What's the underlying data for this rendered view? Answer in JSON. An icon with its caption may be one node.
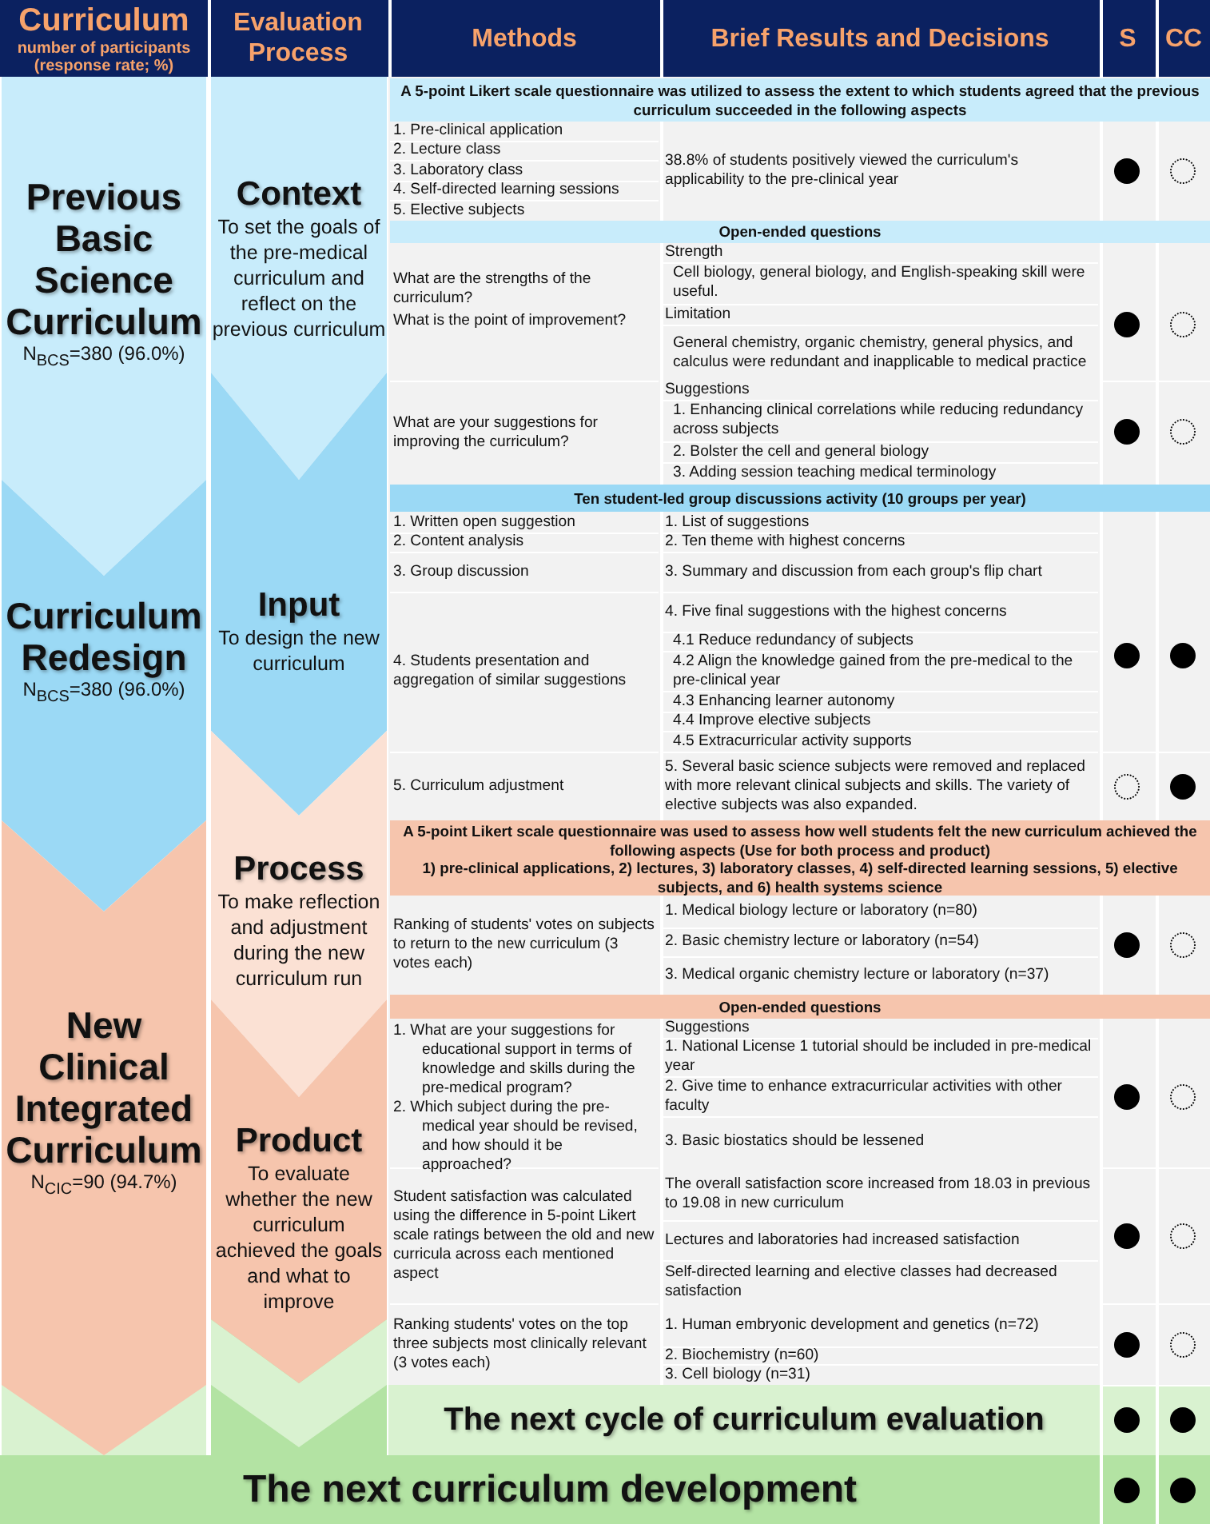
{
  "diagram": {
    "nodes": [
      {
        "text": [
          "Previous Basic Science Curriculum",
          "N$_{BCS}$=380 (96.0%)"
        ]
      },
      {
        "text": [
          "Curriculum Redesign",
          "N$_{BCS}$=380 (96.0%)"
        ]
      },
      {
        "text": [
          "New Clinical Integrated Curriculum",
          "N$_{CIC}$=90 (94.7%)"
        ]
      },
      {
        "text": [
          "Context",
          "To set the goals of the pre-medical curriculum and reflect on the previous curriculum"
        ]
      },
      {
        "text": [
          "Input",
          "To design the new curriculum"
        ]
      },
      {
        "text": [
          "Process",
          "To make reflection and adjustment during the new curriculum run"
        ]
      },
      {
        "text": [
          "Product",
          "To evaluate whether the new curriculum achieved the goals and what to improve"
        ]
      },
      {
        "text": [
          "The next cycle of curriculum evaluation"
        ]
      },
      {
        "text": [
          "The next curriculum development"
        ]
      },
      {
        "text": [],
        "shape": "dot"
      },
      {
        "text": [],
        "shape": "circle"
      },
      {
        "text": [],
        "shape": "dot"
      },
      {
        "text": [],
        "shape": "circle"
      },
      {
        "text": [],
        "shape": "dot"
      },
      {
        "text": [],
        "shape": "circle"
      },
      {
        "text": [],
        "shape": "dot"
      },
      {
        "text": [],
        "shape": "dot"
      },
      {
        "text": [],
        "shape": "circle"
      },
      {
        "text": [],
        "shape": "dot"
      },
      {
        "text": [],
        "shape": "dot"
      },
      {
        "text": [],
        "shape": "circle"
      },
      {
        "text": [],
        "shape": "dot"
      },
      {
        "text": [],
        "shape": "circle"
      },
      {
        "text": [],
        "shape": "dot"
      },
      {
        "text": [],
        "shape": "circle"
      },
      {
        "text": [],
        "shape": "dot"
      },
      {
        "text": [],
        "shape": "circle"
      },
      {
        "text": [],
        "shape": "dot"
      },
      {
        "text": [],
        "shape": "dot"
      },
      {
        "text": [],
        "shape": "dot"
      },
      {
        "text": [],
        "shape": "dot"
      }
    ],
    "labels": [
      "Curriculum",
      "number of participants (response rate; %)",
      "Evaluation Process",
      "Methods",
      "Brief Results and Decisions",
      "S",
      "CC",
      "A 5-point Likert scale questionnaire was utilized to assess the extent to which students agreed that the previous curriculum succeeded in the following aspects",
      "1. Pre-clinical application",
      "2. Lecture class",
      "3. Laboratory class",
      "4. Self-directed learning sessions",
      "5. Elective subjects",
      "38.8% of students positively viewed the curriculum's applicability to the pre-clinical year",
      "Open-ended questions",
      "What are the strengths of the curriculum?",
      "What is the point of improvement?",
      "Strength",
      "Cell biology, general biology, and English-speaking skill were useful.",
      "Limitation",
      "General chemistry, organic chemistry, general physics, and calculus were redundant and inapplicable to medical practice",
      "What are your suggestions for improving the curriculum?",
      "Suggestions",
      "1. Enhancing clinical correlations while reducing redundancy across subjects",
      "2. Bolster the cell and general biology",
      "3. Adding session teaching medical terminology",
      "Ten student-led group discussions activity (10 groups per year)",
      "1. Written open suggestion",
      "1. List of suggestions",
      "2. Content analysis",
      "2. Ten theme with highest concerns",
      "3. Group discussion",
      "3. Summary and discussion from each group's flip chart",
      "4. Students presentation and aggregation of similar suggestions",
      "4. Five final suggestions with the highest concerns",
      "4.1 Reduce redundancy of subjects",
      "4.2 Align the knowledge gained from the pre-medical to the pre-clinical year",
      "4.3 Enhancing learner autonomy",
      "4.4 Improve elective subjects",
      "4.5 Extracurricular activity supports",
      "5. Curriculum adjustment",
      "5. Several basic science subjects were removed and replaced with more relevant clinical subjects and skills. The variety of elective subjects was also expanded.",
      "A 5-point Likert scale questionnaire was used to assess how well students felt the new curriculum achieved the following aspects (Use for both process and product)",
      "1) pre-clinical applications, 2) lectures, 3) laboratory classes, 4) self-directed learning sessions, 5) elective subjects, and 6) health systems science",
      "Ranking of students' votes on subjects to return to the new curriculum (3 votes each)",
      "1. Medical biology lecture or laboratory (n=80)",
      "2. Basic chemistry lecture or laboratory (n=54)",
      "3. Medical organic chemistry lecture or laboratory (n=37)",
      "Open-ended questions",
      "1. What are your suggestions for educational support in terms of knowledge and skills during the pre-medical program?",
      "2. Which subject during the pre-medical year should be revised, and how should it be approached?",
      "Suggestions",
      "1. National License 1 tutorial should be included in pre-medical year",
      "2. Give time to enhance extracurricular activities with other faculty",
      "3. Basic biostatics should be lessened",
      "Student satisfaction was calculated using the difference in 5-point Likert scale ratings between the old and new curricula across each mentioned aspect",
      "The overall satisfaction score increased from 18.03 in previous to 19.08 in new curriculum",
      "Lectures and laboratories had increased satisfaction",
      "Self-directed learning and elective classes had decreased satisfaction",
      "Ranking students' votes on the top three subjects most clinically relevant (3 votes each)",
      "1. Human embryonic development and genetics (n=72)",
      "2. Biochemistry (n=60)",
      "3. Cell biology (n=31)"
    ]
  }
}
